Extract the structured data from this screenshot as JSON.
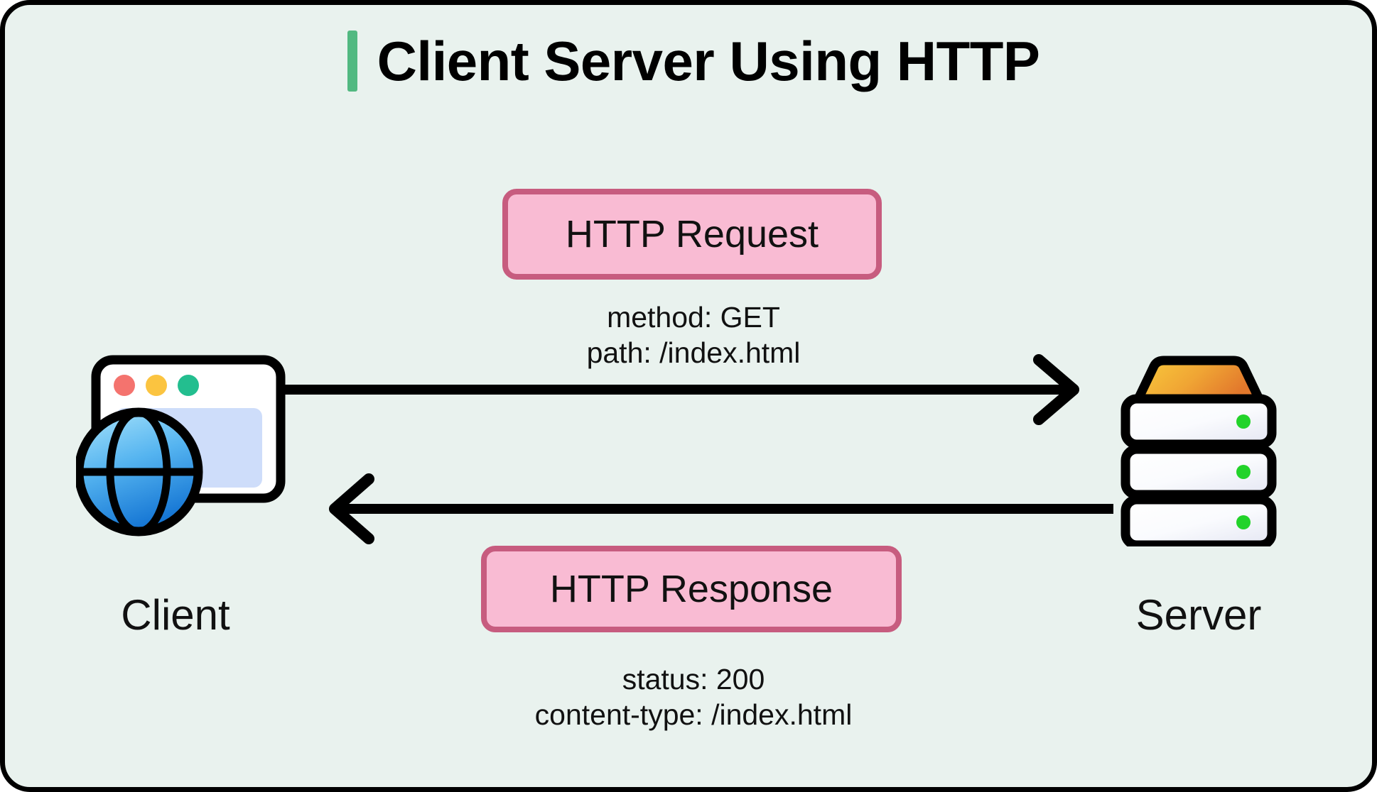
{
  "diagram": {
    "title": "Client Server Using HTTP",
    "accent_color": "#52B981",
    "background_color": "#E9F2EE",
    "border_color": "#000000"
  },
  "endpoints": {
    "client": {
      "label": "Client",
      "icon": "browser-window-globe-icon",
      "window_dots": [
        "#F4736E",
        "#FBC440",
        "#23BE8F"
      ],
      "globe_gradient": [
        "#8FD4F7",
        "#1478D6"
      ]
    },
    "server": {
      "label": "Server",
      "icon": "server-rack-icon",
      "top_gradient": [
        "#F8C53A",
        "#E8802E"
      ],
      "led_color": "#22D32A",
      "led_count": 3
    }
  },
  "messages": [
    {
      "name": "request",
      "label": "HTTP Request",
      "direction": "client-to-server",
      "fill_color": "#F9BBD3",
      "border_color": "#C75C7F",
      "details": [
        "method: GET",
        "path: /index.html"
      ]
    },
    {
      "name": "response",
      "label": "HTTP Response",
      "direction": "server-to-client",
      "fill_color": "#F9BBD3",
      "border_color": "#C75C7F",
      "details": [
        "status: 200",
        "content-type: /index.html"
      ]
    }
  ],
  "arrows": {
    "request_arrow": "arrow-right-icon",
    "response_arrow": "arrow-left-icon",
    "stroke_color": "#000000"
  }
}
